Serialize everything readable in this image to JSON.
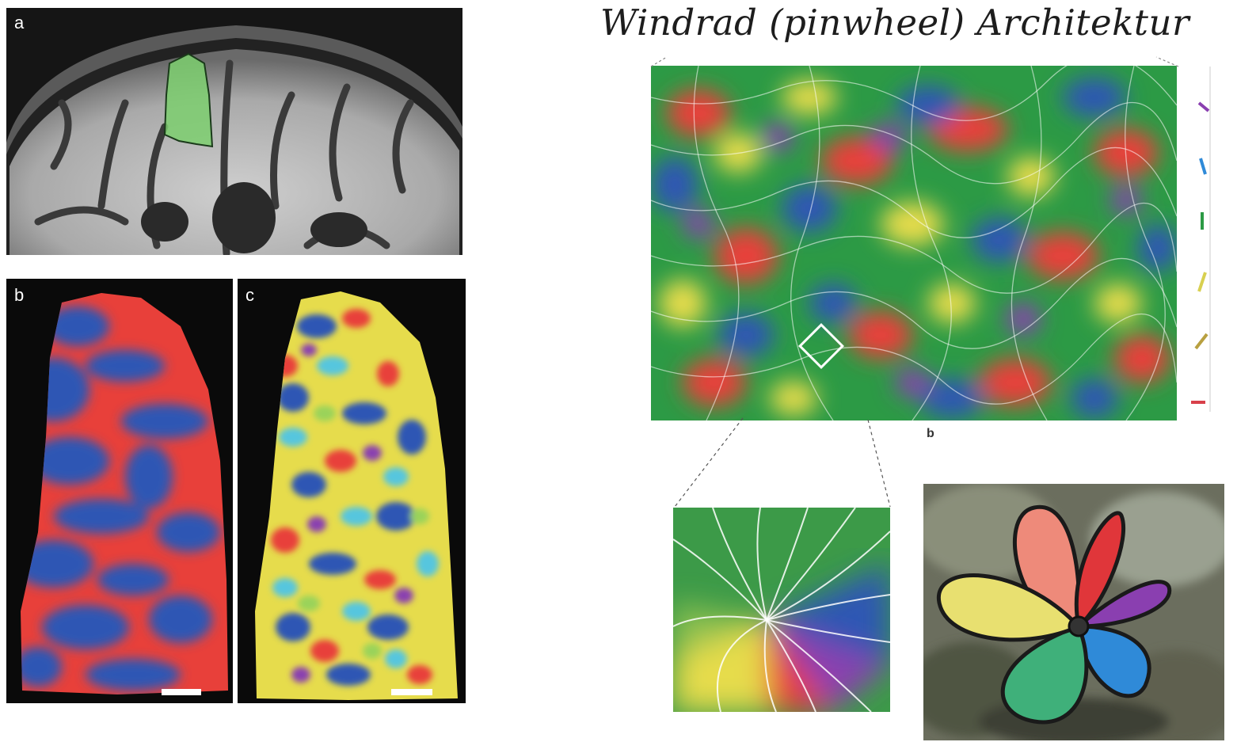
{
  "title": "Windrad (pinwheel) Architektur",
  "panels": {
    "a": {
      "letter": "a"
    },
    "b": {
      "letter": "b"
    },
    "c": {
      "letter": "c"
    }
  },
  "map_label": "b",
  "colors": {
    "red": "#e8403a",
    "blue": "#2f56b4",
    "green": "#2c9a45",
    "yellow": "#e6dc4c",
    "purple": "#8a3fb0",
    "cyan": "#57c6de",
    "roi_green": "#7ccf6e"
  },
  "orientation_legend": {
    "icons": [
      "orientation-bar-purple",
      "orientation-bar-blue",
      "orientation-bar-green",
      "orientation-bar-yellow",
      "orientation-bar-olive",
      "orientation-bar-red"
    ]
  }
}
